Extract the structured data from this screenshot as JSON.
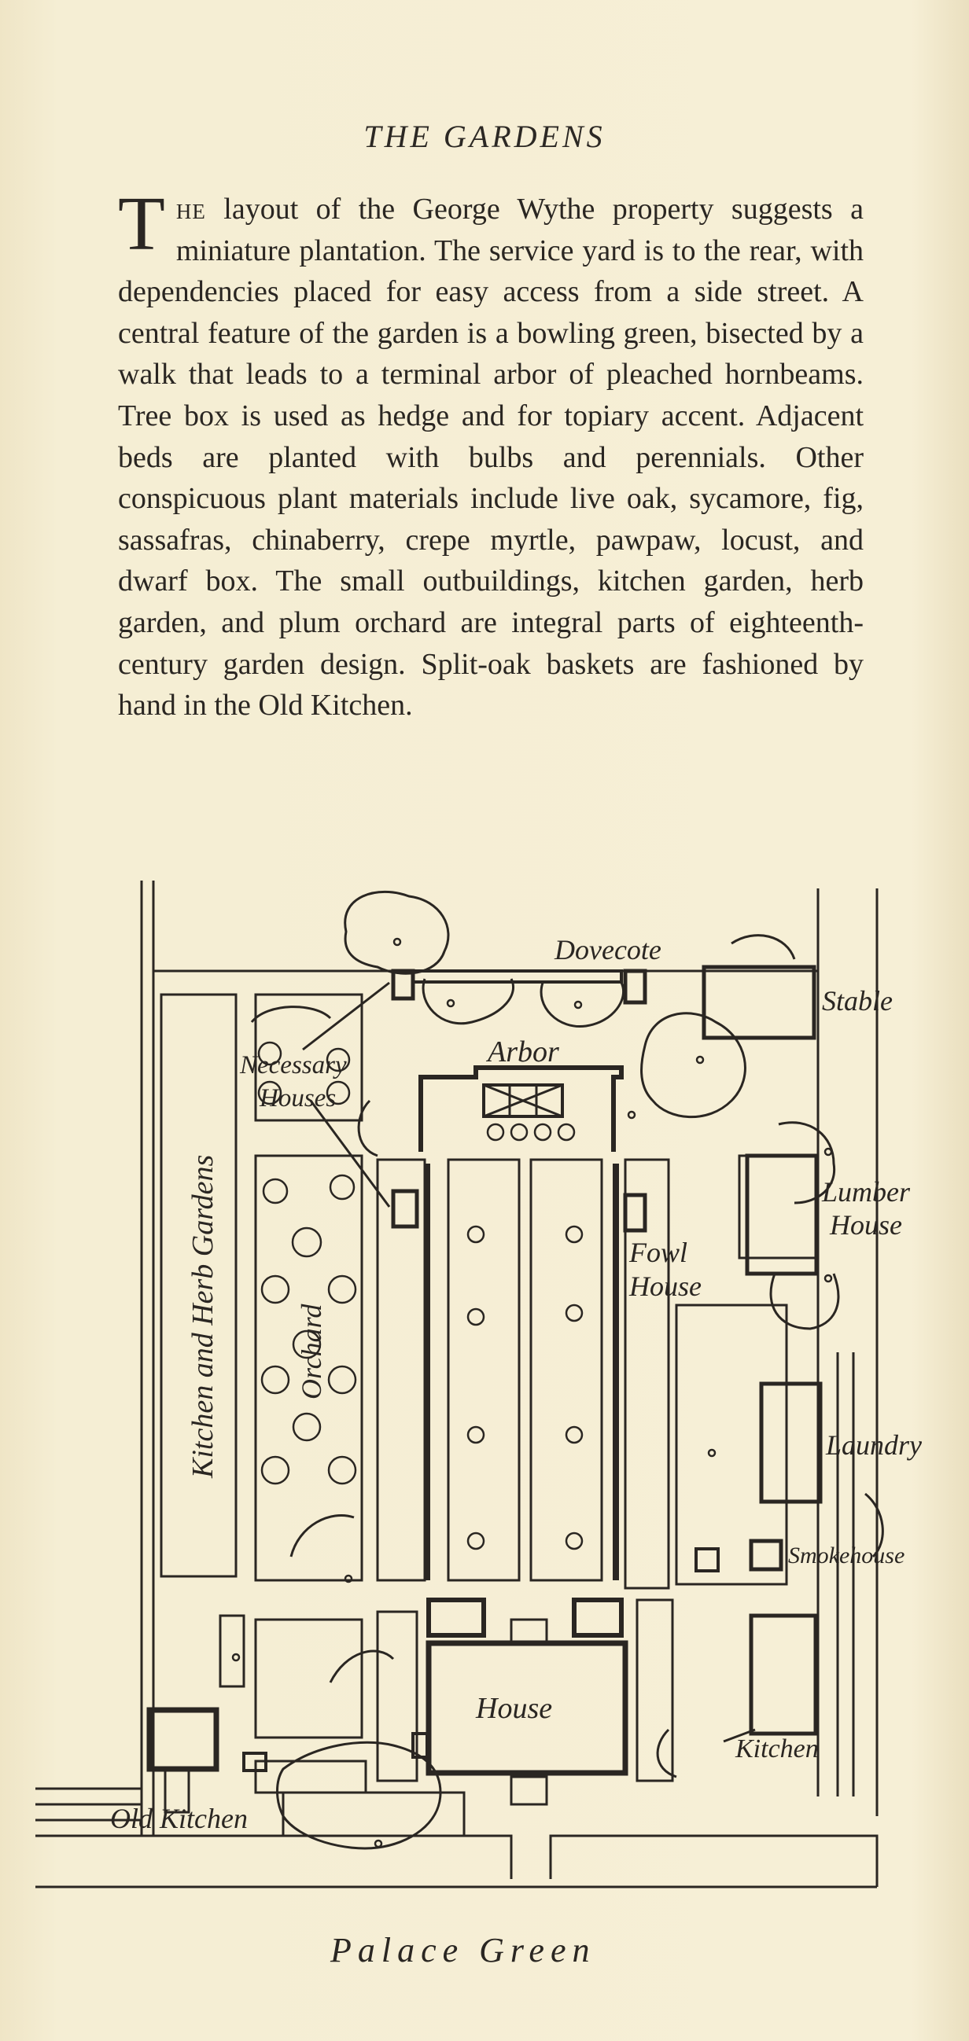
{
  "heading": "THE GARDENS",
  "paragraph": {
    "dropcap": "T",
    "smallcaps": "he",
    "text": " layout of the George Wythe property suggests a miniature plantation. The service yard is to the rear, with dependencies placed for easy access from a side street. A central feature of the garden is a bowling green, bisected by a walk that leads to a terminal arbor of pleached hornbeams. Tree box is used as hedge and for topiary accent. Adjacent beds are planted with bulbs and perennials. Other conspicuous plant materials include live oak, sycamore, fig, sassafras, chinaberry, crepe myrtle, pawpaw, locust, and dwarf box. The small outbuildings, kitchen garden, herb garden, and plum orchard are integral parts of eighteenth-century garden design. Split-oak baskets are fashioned by hand in the Old Kitchen."
  },
  "plan": {
    "labels": {
      "dovecote": "Dovecote",
      "stable": "Stable",
      "arbor": "Arbor",
      "necessary_houses_1": "Necessary",
      "necessary_houses_2": "Houses",
      "kitchen_herb_gardens": "Kitchen and Herb Gardens",
      "orchard": "Orchard",
      "lumber_house_1": "Lumber",
      "lumber_house_2": "House",
      "fowl_house_1": "Fowl",
      "fowl_house_2": "House",
      "laundry": "Laundry",
      "smokehouse": "Smokehouse",
      "house": "House",
      "kitchen": "Kitchen",
      "old_kitchen": "Old Kitchen",
      "palace_green": "Palace Green"
    }
  },
  "colors": {
    "paper": "#f4ecd0",
    "ink": "#2a2622"
  }
}
